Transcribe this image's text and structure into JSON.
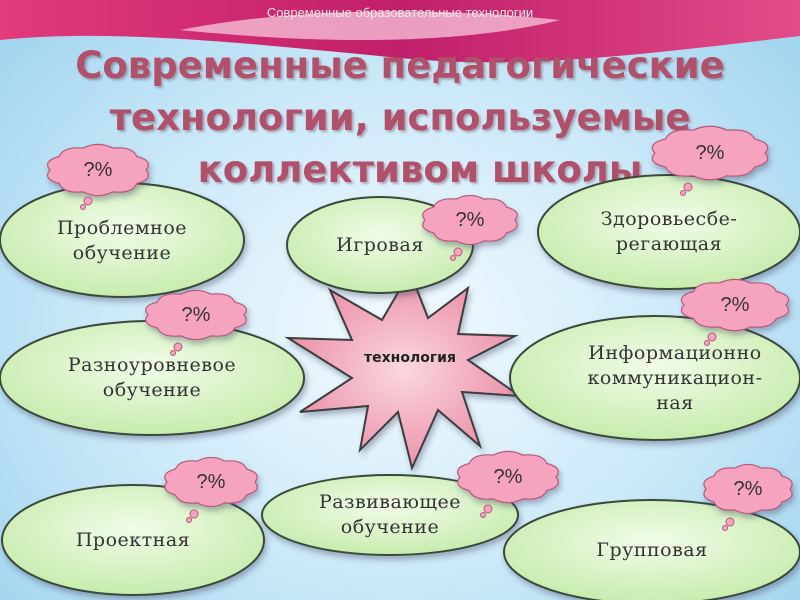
{
  "header": "Современные образовательные технологии",
  "title_lines": [
    "Современные педагогические",
    "технологии,  используемые",
    "коллективом школы"
  ],
  "center": "технология",
  "percent_tag": "?%",
  "nodes": {
    "problem": "Проблемное\nобучение",
    "game": "Игровая",
    "health": "Здоровьесбе-\nрегающая",
    "multilevel": "Разноуровневое\nобучение",
    "ict": "Информационно\nкоммуникацион-\nная",
    "project": "Проектная",
    "developing": "Развивающее\nобучение",
    "group": "Групповая"
  },
  "colors": {
    "ellipse_fill": "#d9f5c4",
    "ellipse_stroke": "#3a4a3a",
    "cloud_fill": "#f5a3be",
    "star_fill": "#f2a0b4",
    "title": "#b0506a"
  }
}
